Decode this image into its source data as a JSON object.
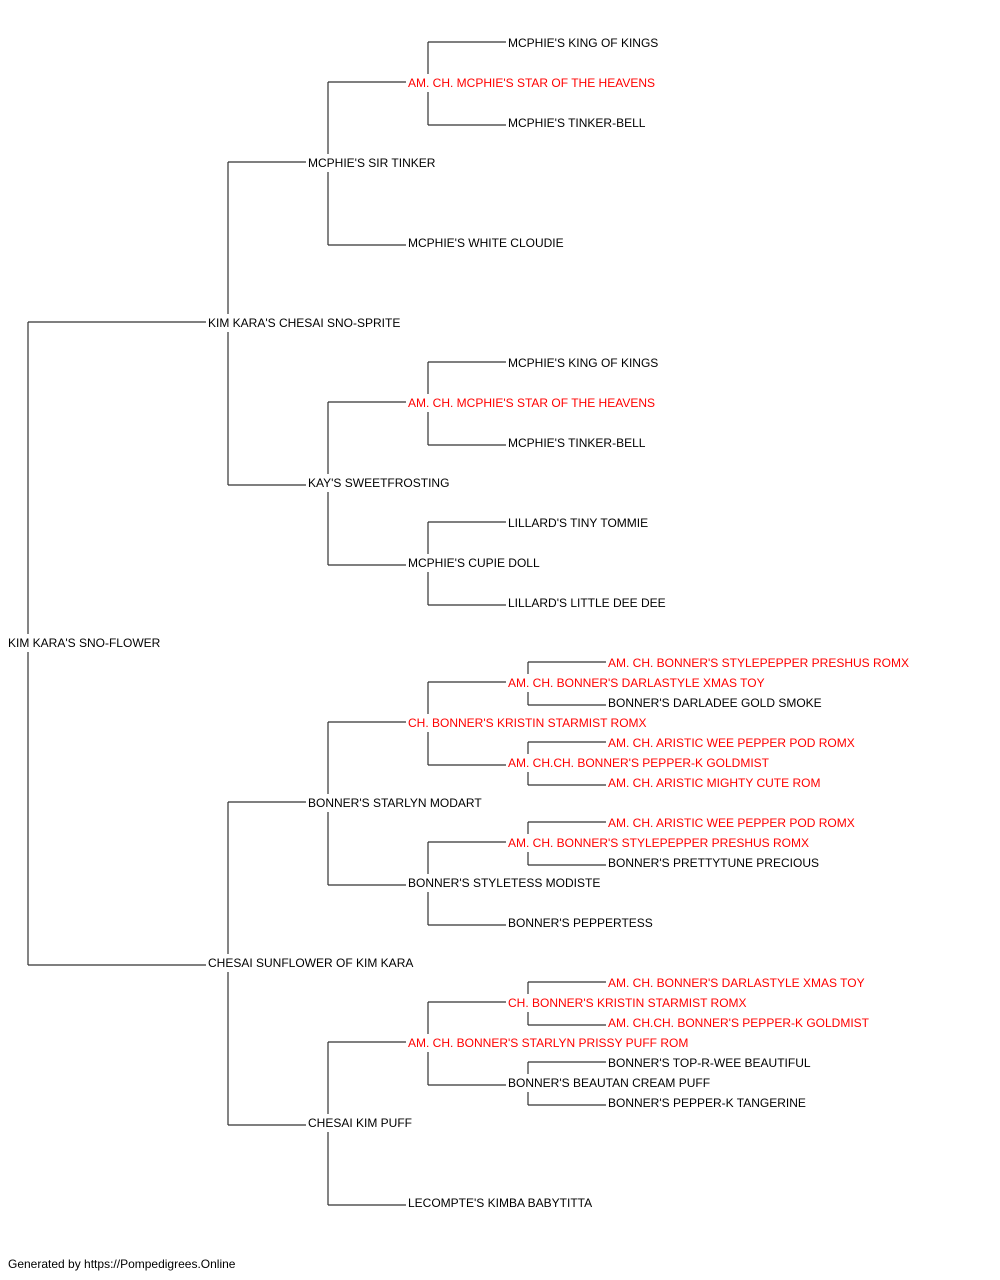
{
  "colors": {
    "champion": "#ff0000",
    "normal": "#000000",
    "line": "#333333"
  },
  "footer": "Generated by https://Pompedigrees.Online",
  "pedigree": {
    "name": "KIM KARA'S SNO-FLOWER",
    "champion": false,
    "sire": {
      "name": "KIM KARA'S CHESAI SNO-SPRITE",
      "champion": false,
      "sire": {
        "name": "MCPHIE'S SIR TINKER",
        "champion": false,
        "sire": {
          "name": "AM. CH. MCPHIE'S STAR OF THE HEAVENS",
          "champion": true,
          "sire": {
            "name": "MCPHIE'S KING OF KINGS",
            "champion": false
          },
          "dam": {
            "name": "MCPHIE'S TINKER-BELL",
            "champion": false
          }
        },
        "dam": {
          "name": "MCPHIE'S WHITE CLOUDIE",
          "champion": false
        }
      },
      "dam": {
        "name": "KAY'S SWEETFROSTING",
        "champion": false,
        "sire": {
          "name": "AM. CH. MCPHIE'S STAR OF THE HEAVENS",
          "champion": true,
          "sire": {
            "name": "MCPHIE'S KING OF KINGS",
            "champion": false
          },
          "dam": {
            "name": "MCPHIE'S TINKER-BELL",
            "champion": false
          }
        },
        "dam": {
          "name": "MCPHIE'S CUPIE DOLL",
          "champion": false,
          "sire": {
            "name": "LILLARD'S TINY TOMMIE",
            "champion": false
          },
          "dam": {
            "name": "LILLARD'S LITTLE DEE DEE",
            "champion": false
          }
        }
      }
    },
    "dam": {
      "name": "CHESAI SUNFLOWER OF KIM KARA",
      "champion": false,
      "sire": {
        "name": "BONNER'S STARLYN MODART",
        "champion": false,
        "sire": {
          "name": "CH. BONNER'S KRISTIN STARMIST ROMX",
          "champion": true,
          "sire": {
            "name": "AM. CH. BONNER'S DARLASTYLE XMAS TOY",
            "champion": true,
            "sire": {
              "name": "AM. CH. BONNER'S STYLEPEPPER PRESHUS ROMX",
              "champion": true
            },
            "dam": {
              "name": "BONNER'S DARLADEE GOLD SMOKE",
              "champion": false
            }
          },
          "dam": {
            "name": "AM. CH.CH. BONNER'S PEPPER-K GOLDMIST",
            "champion": true,
            "sire": {
              "name": "AM. CH. ARISTIC WEE PEPPER POD ROMX",
              "champion": true
            },
            "dam": {
              "name": "AM. CH. ARISTIC MIGHTY CUTE ROM",
              "champion": true
            }
          }
        },
        "dam": {
          "name": "BONNER'S STYLETESS MODISTE",
          "champion": false,
          "sire": {
            "name": "AM. CH. BONNER'S STYLEPEPPER PRESHUS ROMX",
            "champion": true,
            "sire": {
              "name": "AM. CH. ARISTIC WEE PEPPER POD ROMX",
              "champion": true
            },
            "dam": {
              "name": "BONNER'S PRETTYTUNE PRECIOUS",
              "champion": false
            }
          },
          "dam": {
            "name": "BONNER'S PEPPERTESS",
            "champion": false
          }
        }
      },
      "dam": {
        "name": "CHESAI KIM PUFF",
        "champion": false,
        "sire": {
          "name": "AM. CH. BONNER'S STARLYN PRISSY PUFF ROM",
          "champion": true,
          "sire": {
            "name": "CH. BONNER'S KRISTIN STARMIST ROMX",
            "champion": true,
            "sire": {
              "name": "AM. CH. BONNER'S DARLASTYLE XMAS TOY",
              "champion": true
            },
            "dam": {
              "name": "AM. CH.CH. BONNER'S PEPPER-K GOLDMIST",
              "champion": true
            }
          },
          "dam": {
            "name": "BONNER'S BEAUTAN CREAM PUFF",
            "champion": false,
            "sire": {
              "name": "BONNER'S TOP-R-WEE BEAUTIFUL",
              "champion": false
            },
            "dam": {
              "name": "BONNER'S PEPPER-K TANGERINE",
              "champion": false
            }
          }
        },
        "dam": {
          "name": "LECOMPTE'S KIMBA BABYTITTA",
          "champion": false
        }
      }
    }
  }
}
